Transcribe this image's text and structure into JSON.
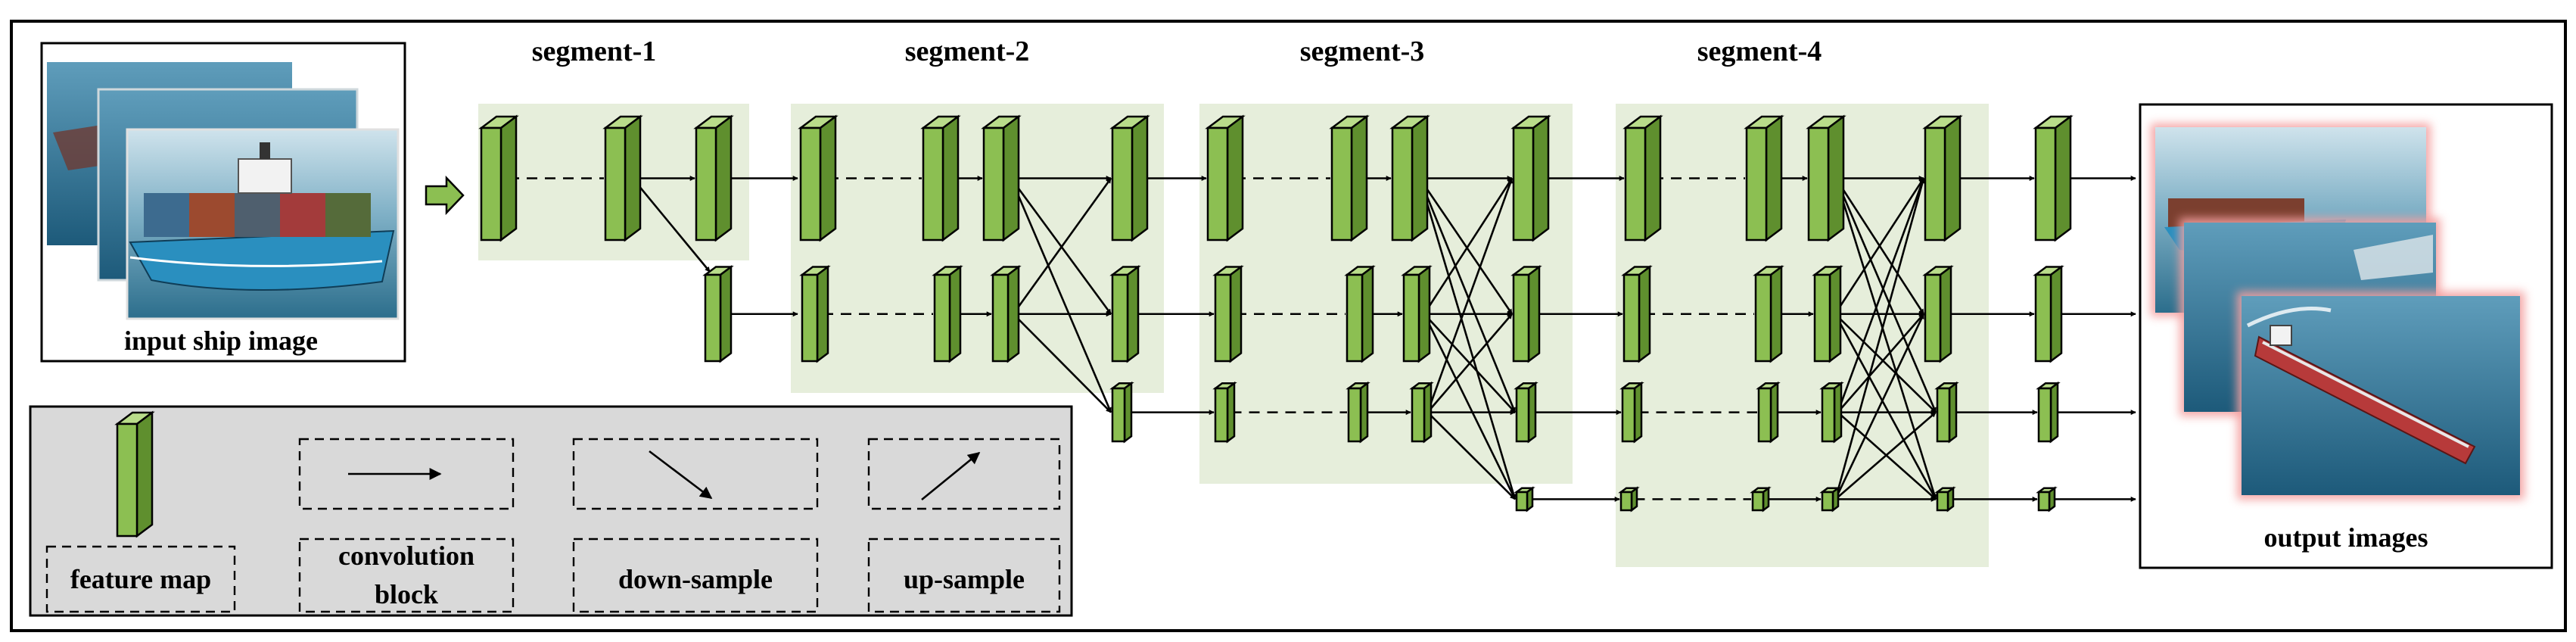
{
  "labels": {
    "input": "input ship image",
    "output": "output images",
    "segments": [
      "segment-1",
      "segment-2",
      "segment-3",
      "segment-4"
    ]
  },
  "legend": {
    "feature_map": "feature map",
    "convolution_line1": "convolution",
    "convolution_line2": "block",
    "down_sample": "down-sample",
    "up_sample": "up-sample"
  },
  "colors": {
    "feature_map": "#8cbf52",
    "segment_bg": "#e6eedb",
    "legend_bg": "#d9d9d9",
    "output_glow": "#f4a0a0"
  }
}
